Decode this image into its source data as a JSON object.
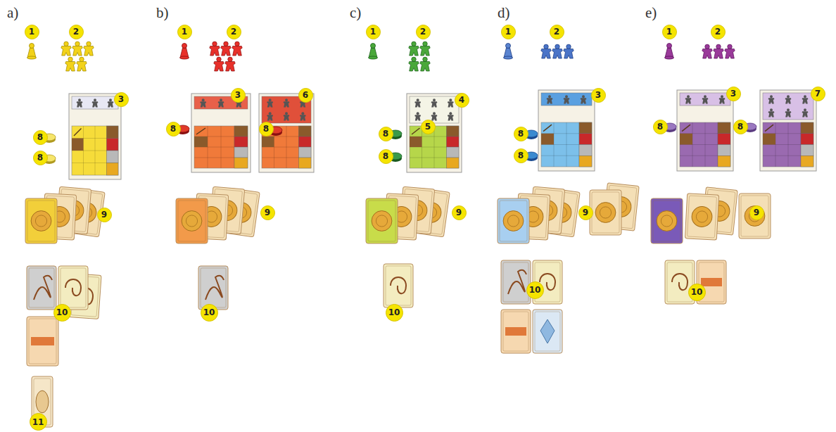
{
  "diagram": {
    "nodes": [
      {
        "text": [
          "1"
        ]
      },
      {
        "text": [
          "2"
        ]
      },
      {
        "text": [
          "3"
        ]
      },
      {
        "text": [
          "8"
        ]
      },
      {
        "text": [
          "8"
        ]
      },
      {
        "text": [
          "9"
        ]
      },
      {
        "text": [
          "10"
        ]
      },
      {
        "text": [
          "11"
        ]
      },
      {
        "text": [
          "1"
        ]
      },
      {
        "text": [
          "2"
        ]
      },
      {
        "text": [
          "3"
        ]
      },
      {
        "text": [
          "6"
        ]
      },
      {
        "text": [
          "8"
        ]
      },
      {
        "text": [
          "8"
        ]
      },
      {
        "text": [
          "9"
        ]
      },
      {
        "text": [
          "10"
        ]
      },
      {
        "text": [
          "1"
        ]
      },
      {
        "text": [
          "2"
        ]
      },
      {
        "text": [
          "4"
        ]
      },
      {
        "text": [
          "5"
        ]
      },
      {
        "text": [
          "8"
        ]
      },
      {
        "text": [
          "8"
        ]
      },
      {
        "text": [
          "9"
        ]
      },
      {
        "text": [
          "10"
        ]
      },
      {
        "text": [
          "1"
        ]
      },
      {
        "text": [
          "2"
        ]
      },
      {
        "text": [
          "3"
        ]
      },
      {
        "text": [
          "8"
        ]
      },
      {
        "text": [
          "8"
        ]
      },
      {
        "text": [
          "9"
        ]
      },
      {
        "text": [
          "10"
        ]
      },
      {
        "text": [
          "1"
        ]
      },
      {
        "text": [
          "2"
        ]
      },
      {
        "text": [
          "3"
        ]
      },
      {
        "text": [
          "7"
        ]
      },
      {
        "text": [
          "8"
        ]
      },
      {
        "text": [
          "8"
        ]
      },
      {
        "text": [
          "9"
        ]
      },
      {
        "text": [
          "10"
        ]
      }
    ],
    "labels": [
      "a)",
      "b)",
      "c)",
      "d)",
      "e)"
    ]
  }
}
